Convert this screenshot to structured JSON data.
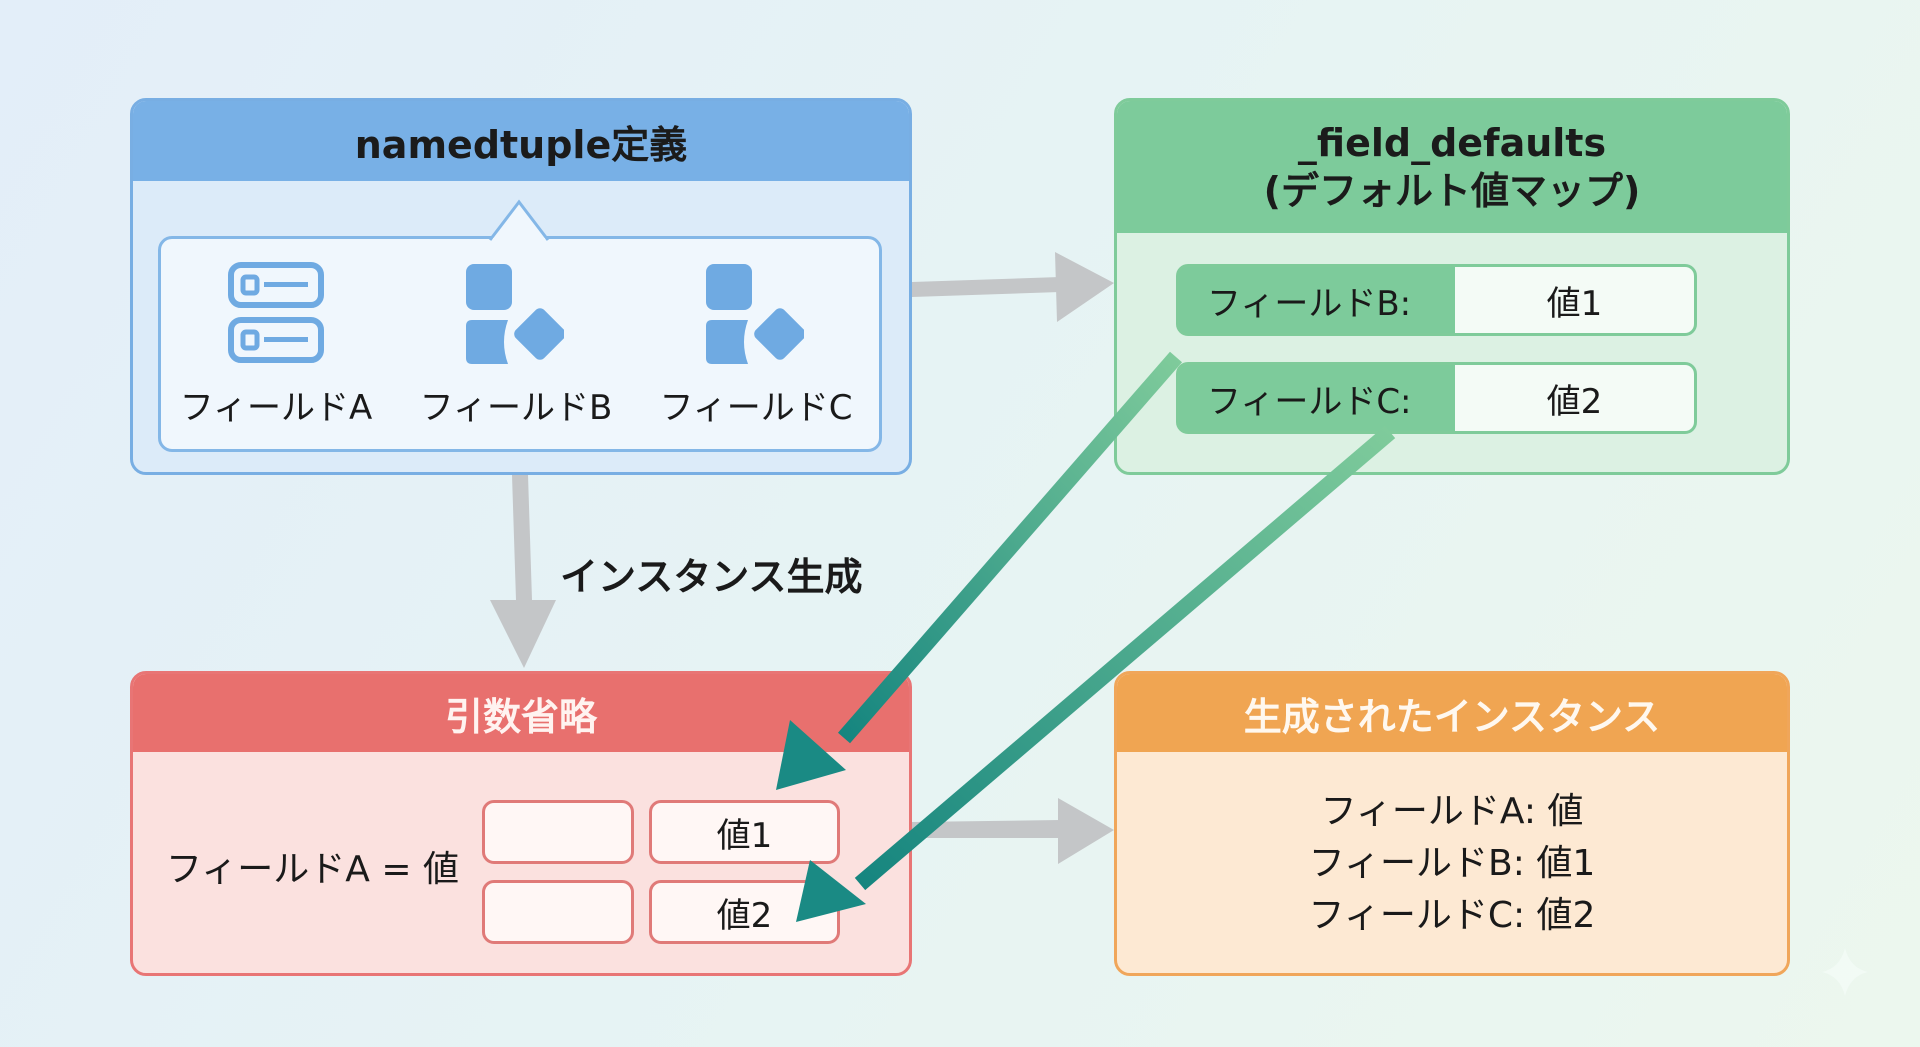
{
  "definition": {
    "title": "namedtuple定義",
    "fields": [
      {
        "label": "フィールドA",
        "icon": "form-fields-icon"
      },
      {
        "label": "フィールドB",
        "icon": "shapes-icon"
      },
      {
        "label": "フィールドC",
        "icon": "shapes-icon"
      }
    ]
  },
  "defaults": {
    "title_line1": "_field_defaults",
    "title_line2": "(デフォルト値マップ)",
    "entries": [
      {
        "key": "フィールドB:",
        "value": "値1"
      },
      {
        "key": "フィールドC:",
        "value": "値2"
      }
    ]
  },
  "instantiation_label": "インスタンス生成",
  "omitted": {
    "title": "引数省略",
    "assignment": "フィールドA = 値",
    "slots": [
      "",
      "値1",
      "",
      "値2"
    ]
  },
  "result": {
    "title": "生成されたインスタンス",
    "lines": [
      "フィールドA: 値",
      "フィールドB: 値1",
      "フィールドC: 値2"
    ]
  },
  "colors": {
    "definition": "#78b0e6",
    "defaults": "#7dcb9b",
    "omitted": "#e8706e",
    "result": "#f0a552",
    "flow_arrow": "#c4c6c8",
    "default_arrow": "#1f8f88"
  }
}
